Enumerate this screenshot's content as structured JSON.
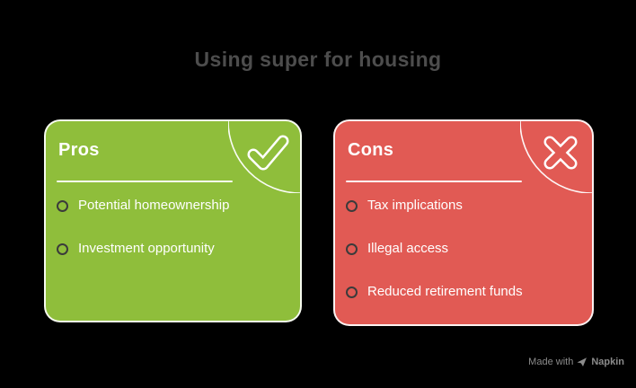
{
  "title": "Using super for housing",
  "colors": {
    "background": "#000000",
    "pros_bg": "#8fbe3b",
    "cons_bg": "#e15a54",
    "title_text": "#4d4d4d",
    "card_text": "#ffffff",
    "bullet_ring": "#3b3b3b",
    "watermark_text": "#8b8b8b"
  },
  "pros": {
    "heading": "Pros",
    "corner_icon": "check-icon",
    "items": [
      "Potential homeownership",
      "Investment opportunity"
    ]
  },
  "cons": {
    "heading": "Cons",
    "corner_icon": "cross-icon",
    "items": [
      "Tax implications",
      "Illegal access",
      "Reduced retirement funds"
    ]
  },
  "watermark": {
    "prefix": "Made with",
    "brand": "Napkin",
    "icon": "napkin-logo-icon"
  }
}
